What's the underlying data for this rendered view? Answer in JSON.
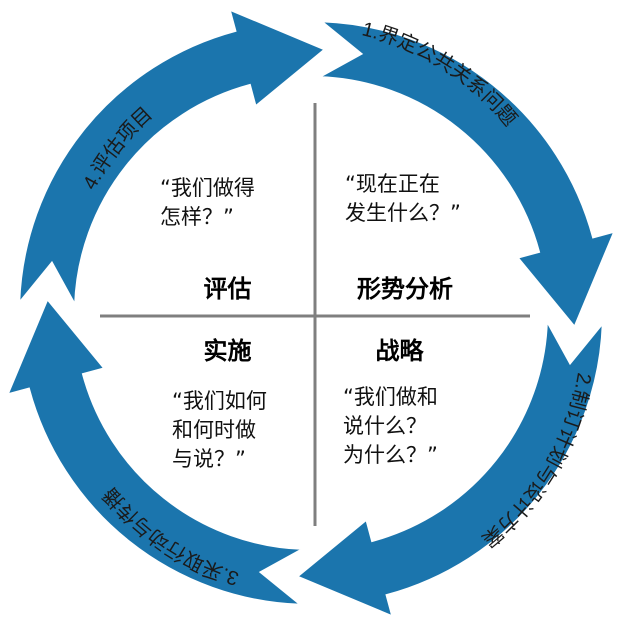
{
  "colors": {
    "ring": "#1b75ad",
    "divider": "#7f7f7f",
    "ring_text": "#1a1a1a"
  },
  "ring_steps": [
    {
      "id": "step1",
      "label": "1.界定公共关系问题"
    },
    {
      "id": "step2",
      "label": "2.制订计划与设计方案"
    },
    {
      "id": "step3",
      "label": "3.采取行动与传播"
    },
    {
      "id": "step4",
      "label": "4.评估项目"
    }
  ],
  "quadrants": {
    "top_left": {
      "title": "评估",
      "question": "“我们做得\n怎样？”"
    },
    "top_right": {
      "title": "形势分析",
      "question": "“现在正在\n发生什么？”"
    },
    "bottom_left": {
      "title": "实施",
      "question": "“我们如何\n和何时做\n与说？”"
    },
    "bottom_right": {
      "title": "战略",
      "question": "“我们做和\n说什么？\n为什么？”"
    }
  }
}
